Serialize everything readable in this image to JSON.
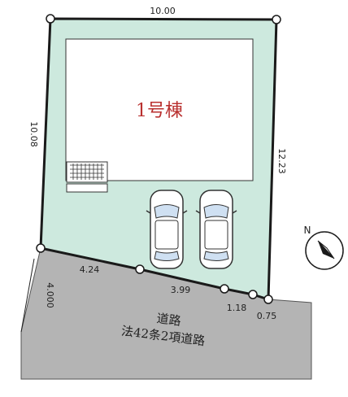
{
  "plot": {
    "building_label": "1号棟",
    "fill_color": "#cde9de",
    "boundary_color": "#1a1a1a",
    "label_color": "#b9302f"
  },
  "dimensions": {
    "top": "10.00",
    "left": "10.08",
    "right": "12.23",
    "front_1": "4.24",
    "front_2": "3.99",
    "front_3": "1.18",
    "front_4": "0.75",
    "road_width": "4.000"
  },
  "road": {
    "name": "道路",
    "classification": "法42条2項道路",
    "fill_color": "#b4b4b4"
  },
  "compass": {
    "north_label": "N",
    "icon": "north-arrow-icon"
  },
  "parking": {
    "spaces": 2,
    "icon": "car-icon"
  },
  "utility": {
    "icon": "grated-box-icon"
  }
}
